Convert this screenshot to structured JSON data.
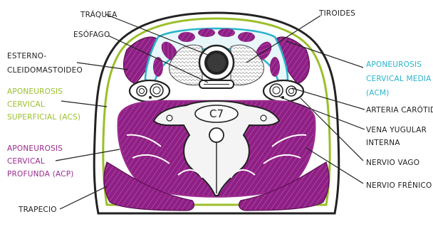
{
  "labels": {
    "traquea": "TRÁQUEA",
    "esofago": "ESÓFAGO",
    "tiroides": "TIROIDES",
    "esterno_1": "ESTERNO-",
    "esterno_2": "CLEIDOMASTOIDEO",
    "acs_1": "APONEUROSIS",
    "acs_2": "CERVICAL",
    "acs_3": "SUPERFICIAL (ACS)",
    "acm_1": "APONEUROSIS",
    "acm_2": "CERVICAL MEDIA",
    "acm_3": "(ACM)",
    "arteria": "ARTERIA CARÓTIDA",
    "vena_1": "VENA YUGULAR",
    "vena_2": "INTERNA",
    "acp_1": "APONEUROSIS",
    "acp_2": "CERVICAL",
    "acp_3": "PROFUNDA (ACP)",
    "vago": "NERVIO VAGO",
    "frenico": "NERVIO FRÉNICO",
    "trapecio": "TRAPECIO",
    "vertebra": "C7"
  },
  "colors": {
    "superficial": "#9bbf2a",
    "media": "#29b3cc",
    "profunda": "#9a2a8e",
    "outline": "#222222"
  }
}
